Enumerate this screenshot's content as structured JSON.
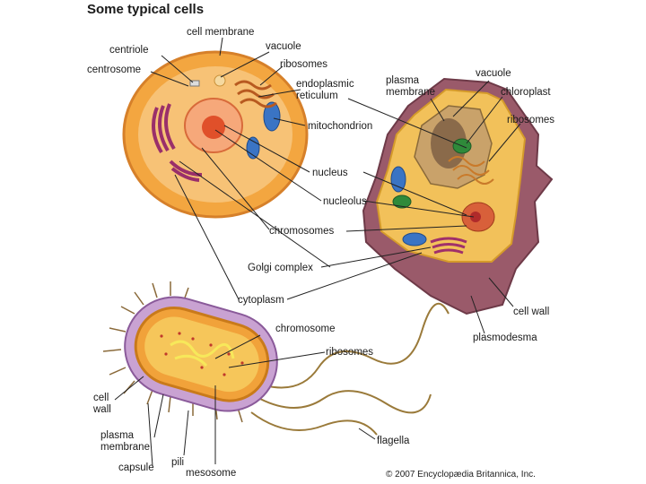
{
  "title": "Some typical cells",
  "copyright": "© 2007 Encyclopædia Britannica, Inc.",
  "labels": {
    "cell_membrane": "cell membrane",
    "centriole": "centriole",
    "vacuole_animal": "vacuole",
    "centrosome": "centrosome",
    "ribosomes_animal": "ribosomes",
    "endoplasmic_reticulum": "endoplasmic\nreticulum",
    "plasma_membrane_plant": "plasma\nmembrane",
    "vacuole_plant": "vacuole",
    "chloroplast": "chloroplast",
    "ribosomes_plant": "ribosomes",
    "mitochondrion": "mitochondrion",
    "nucleus": "nucleus",
    "nucleolus": "nucleolus",
    "chromosomes": "chromosomes",
    "golgi_complex": "Golgi complex",
    "cytoplasm": "cytoplasm",
    "chromosome_bacteria": "chromosome",
    "ribosomes_bacteria": "ribosomes",
    "cell_wall_plant": "cell wall",
    "plasmodesma": "plasmodesma",
    "cell_wall_bacteria": "cell\nwall",
    "plasma_membrane_bacteria": "plasma\nmembrane",
    "capsule": "capsule",
    "pili": "pili",
    "mesosome": "mesosome",
    "flagella": "flagella"
  }
}
